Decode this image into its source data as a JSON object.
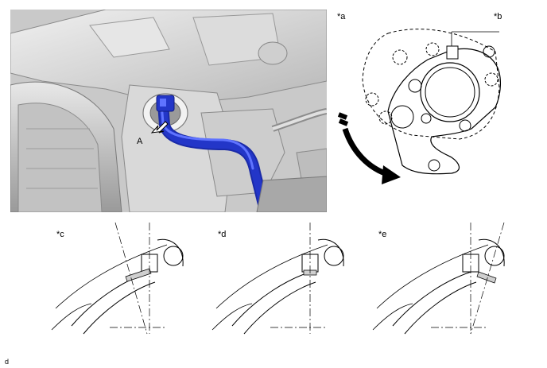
{
  "photo": {
    "callout": "A",
    "colors": {
      "hose": "#2336c8",
      "hose_highlight": "#5f73ff",
      "body": "#d6d6d6"
    }
  },
  "labels": {
    "a": "*a",
    "b": "*b",
    "c": "*c",
    "d": "*d",
    "e": "*e"
  },
  "footer": "d"
}
